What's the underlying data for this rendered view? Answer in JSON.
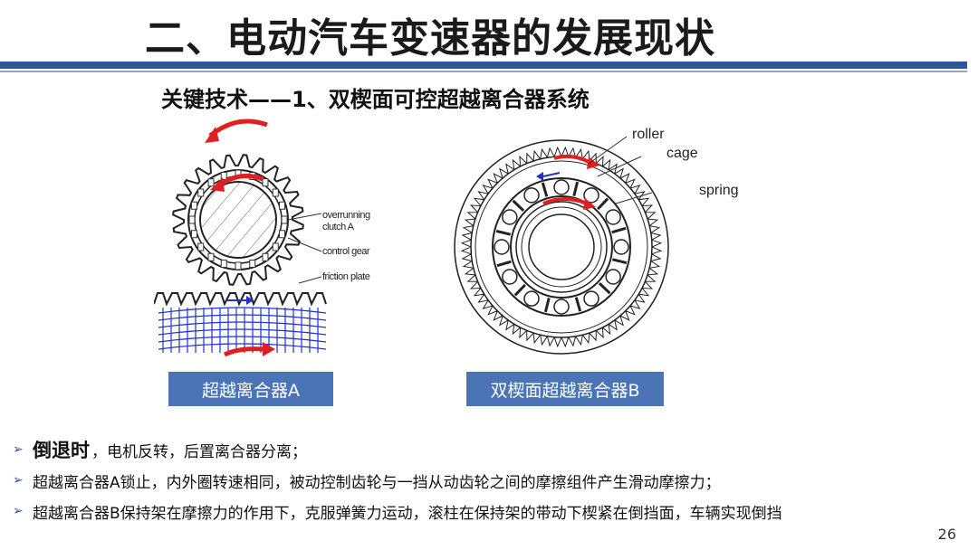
{
  "slide": {
    "title": "二、电动汽车变速器的发展现状",
    "subtitle": "关键技术——1、双楔面可控超越离合器系统",
    "page_number": "26"
  },
  "figure_a": {
    "labels": {
      "overrunning": "overrunning",
      "clutch": "clutch A",
      "control_gear": "control gear",
      "friction_plate": "friction plate"
    },
    "caption": "超越离合器A"
  },
  "figure_b": {
    "labels": {
      "roller": "roller",
      "cage": "cage",
      "spring": "spring"
    },
    "caption": "双楔面超越离合器B"
  },
  "bullets": [
    {
      "bold": "倒退时",
      "text": "，电机反转，后置离合器分离；"
    },
    {
      "bold": "",
      "text": "超越离合器A锁止，内外圈转速相同，被动控制齿轮与一挡从动齿轮之间的摩擦组件产生滑动摩擦力；"
    },
    {
      "bold": "",
      "text": "超越离合器B保持架在摩擦力的作用下，克服弹簧力运动，滚柱在保持架的带动下楔紧在倒挡面，车辆实现倒挡"
    }
  ],
  "colors": {
    "accent_blue": "#2f5597",
    "caption_bg": "#4a74b6",
    "arrow_red": "#e02020",
    "hatch_blue": "#2233cc"
  }
}
